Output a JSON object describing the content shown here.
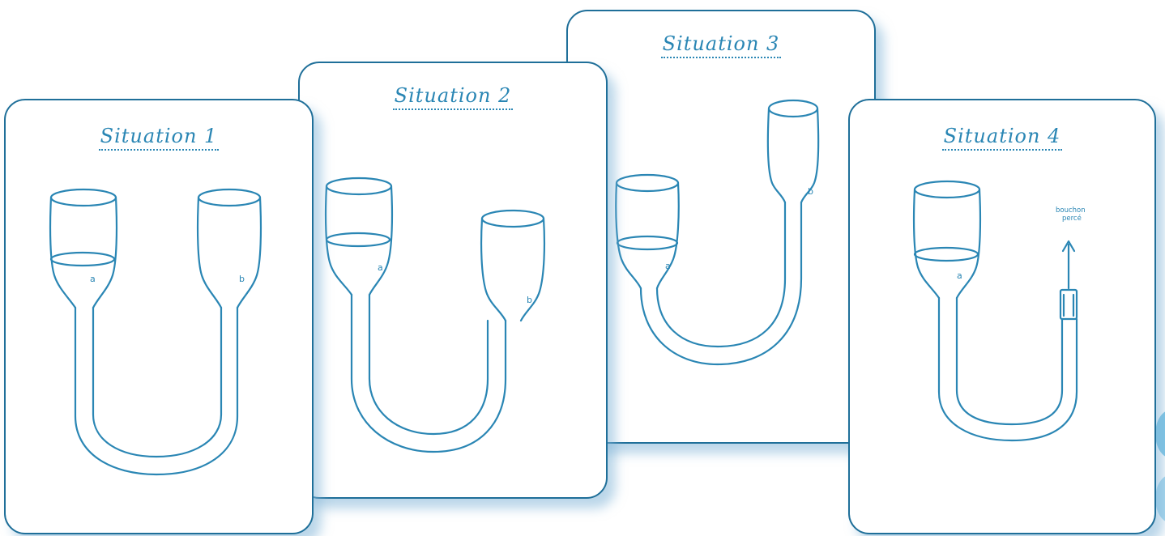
{
  "colors": {
    "ink": "#2a86b4",
    "border": "#1f6f99",
    "shadow": "#82b4d7"
  },
  "cards": [
    {
      "title": "Situation 1",
      "label_left": "a",
      "label_right": "b"
    },
    {
      "title": "Situation 2",
      "label_left": "a",
      "label_right": "b"
    },
    {
      "title": "Situation 3",
      "label_left": "a",
      "label_right": "b"
    },
    {
      "title": "Situation 4",
      "label_left": "a",
      "cap_label_line1": "bouchon",
      "cap_label_line2": "percé"
    }
  ]
}
